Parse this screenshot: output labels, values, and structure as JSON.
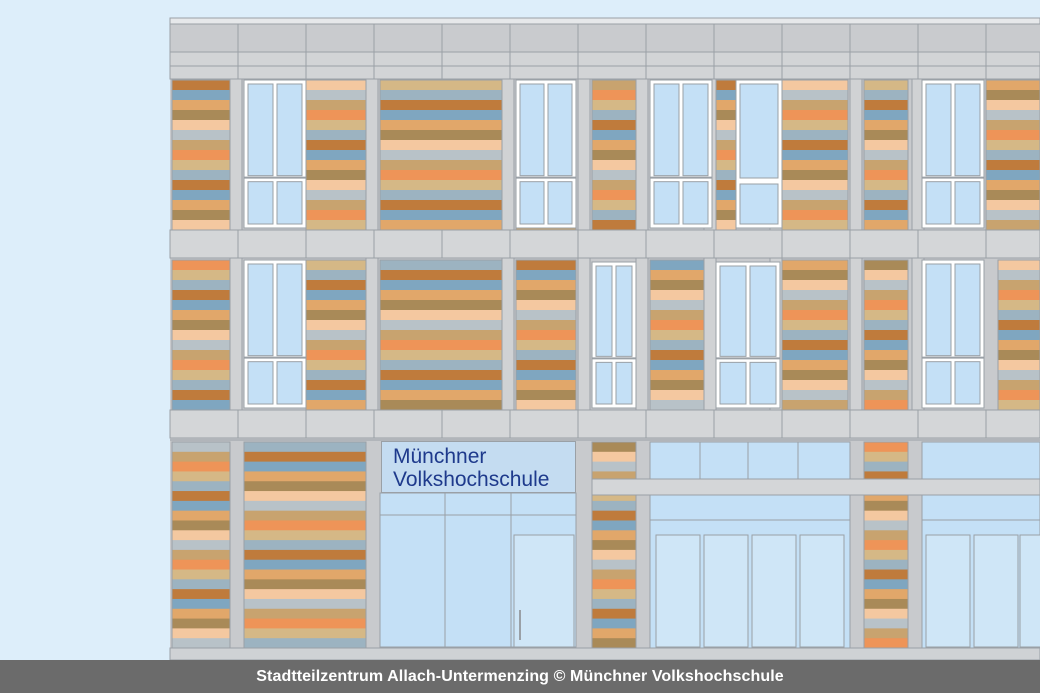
{
  "sign": {
    "line1": "Münchner",
    "line2": "Volkshochschule"
  },
  "caption": "Stadtteilzentrum Allach-Untermenzing © Münchner Volkshochschule",
  "colors": {
    "sky": "#ddeefa",
    "panel": "#c8cacd",
    "frame": "#9aa0a6",
    "glass": "#c4e0f6",
    "sign_text": "#1e3a8c",
    "caption_bg": "#6b6b6b",
    "stripes": [
      "#bf7b3c",
      "#ee9458",
      "#f4c8a0",
      "#7fa6c0",
      "#d5b886",
      "#b8c2c8",
      "#e1a76a",
      "#9cb3c1",
      "#c8a36f",
      "#a98a58"
    ]
  }
}
